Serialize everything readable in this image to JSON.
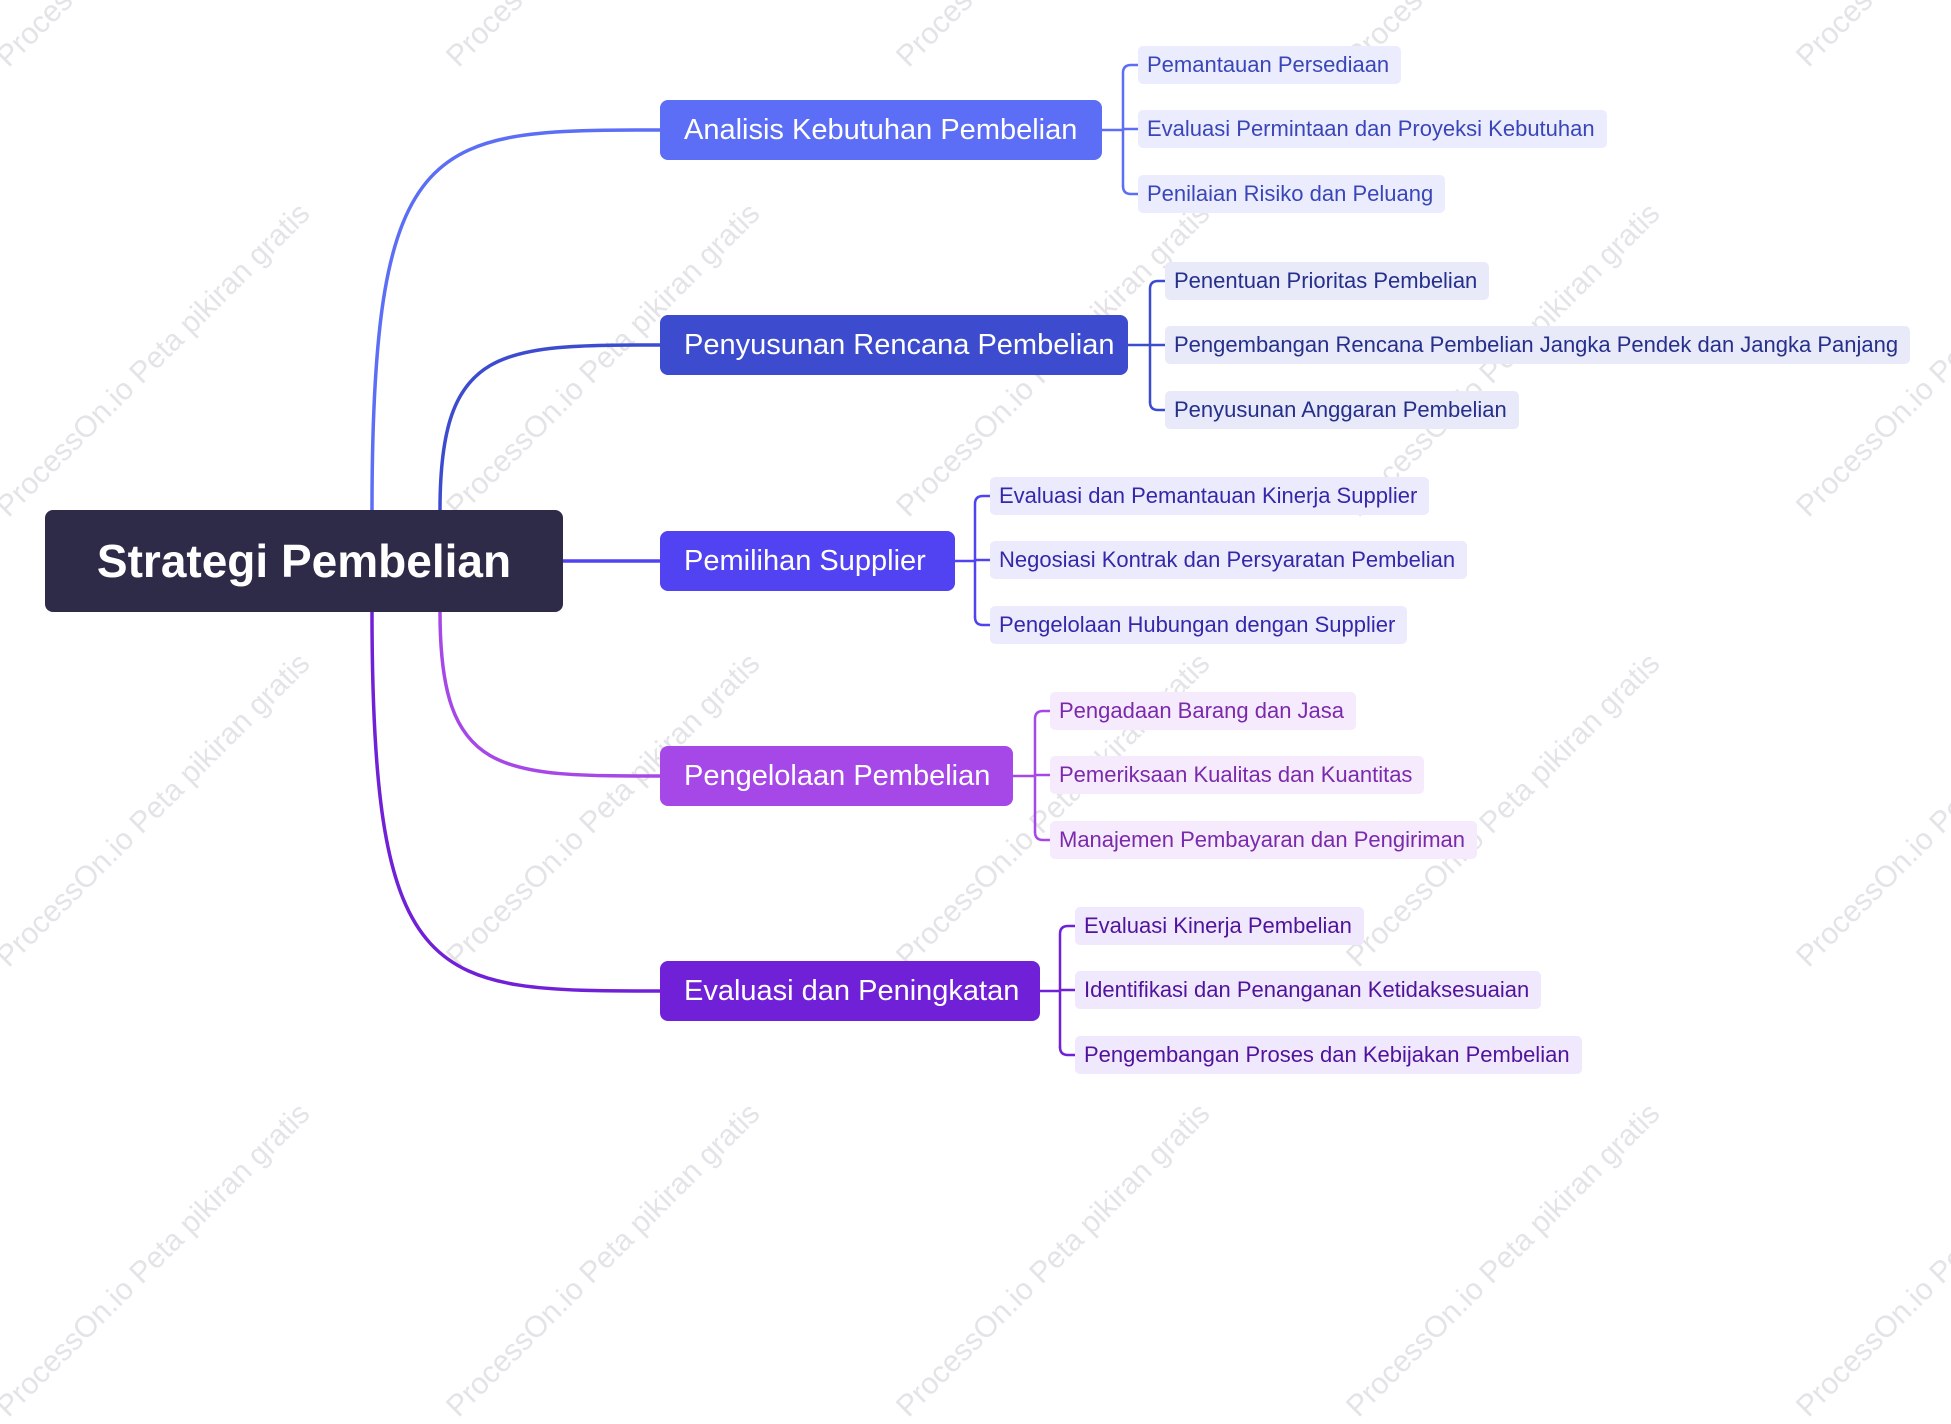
{
  "watermark_text": "ProcessOn.io Peta pikiran gratis",
  "root": {
    "label": "Strategi Pembelian",
    "bg": "#2d2b48"
  },
  "branches": [
    {
      "label": "Analisis Kebutuhan Pembelian",
      "color": "#5b6ef5",
      "leaf_bg": "#ebedfe",
      "leaf_text": "#3a46b8",
      "children": [
        "Pemantauan Persediaan",
        "Evaluasi Permintaan dan Proyeksi Kebutuhan",
        "Penilaian Risiko dan Peluang"
      ]
    },
    {
      "label": "Penyusunan Rencana Pembelian",
      "color": "#3d4ccf",
      "leaf_bg": "#e8eafa",
      "leaf_text": "#262f8a",
      "children": [
        "Penentuan Prioritas Pembelian",
        "Pengembangan Rencana Pembelian Jangka Pendek dan Jangka Panjang",
        "Penyusunan Anggaran Pembelian"
      ]
    },
    {
      "label": "Pemilihan Supplier",
      "color": "#5142f2",
      "leaf_bg": "#ecebfe",
      "leaf_text": "#3528a8",
      "children": [
        "Evaluasi dan Pemantauan Kinerja Supplier",
        "Negosiasi Kontrak dan Persyaratan Pembelian",
        "Pengelolaan Hubungan dengan Supplier"
      ]
    },
    {
      "label": "Pengelolaan Pembelian",
      "color": "#a648e8",
      "leaf_bg": "#f5ebfd",
      "leaf_text": "#7a2aab",
      "children": [
        "Pengadaan Barang dan Jasa",
        "Pemeriksaan Kualitas dan Kuantitas",
        "Manajemen Pembayaran dan Pengiriman"
      ]
    },
    {
      "label": "Evaluasi dan Peningkatan",
      "color": "#7021d8",
      "leaf_bg": "#f0e8fc",
      "leaf_text": "#4f139c",
      "children": [
        "Evaluasi Kinerja Pembelian",
        "Identifikasi dan Penanganan Ketidaksesuaian",
        "Pengembangan Proses dan Kebijakan Pembelian"
      ]
    }
  ]
}
